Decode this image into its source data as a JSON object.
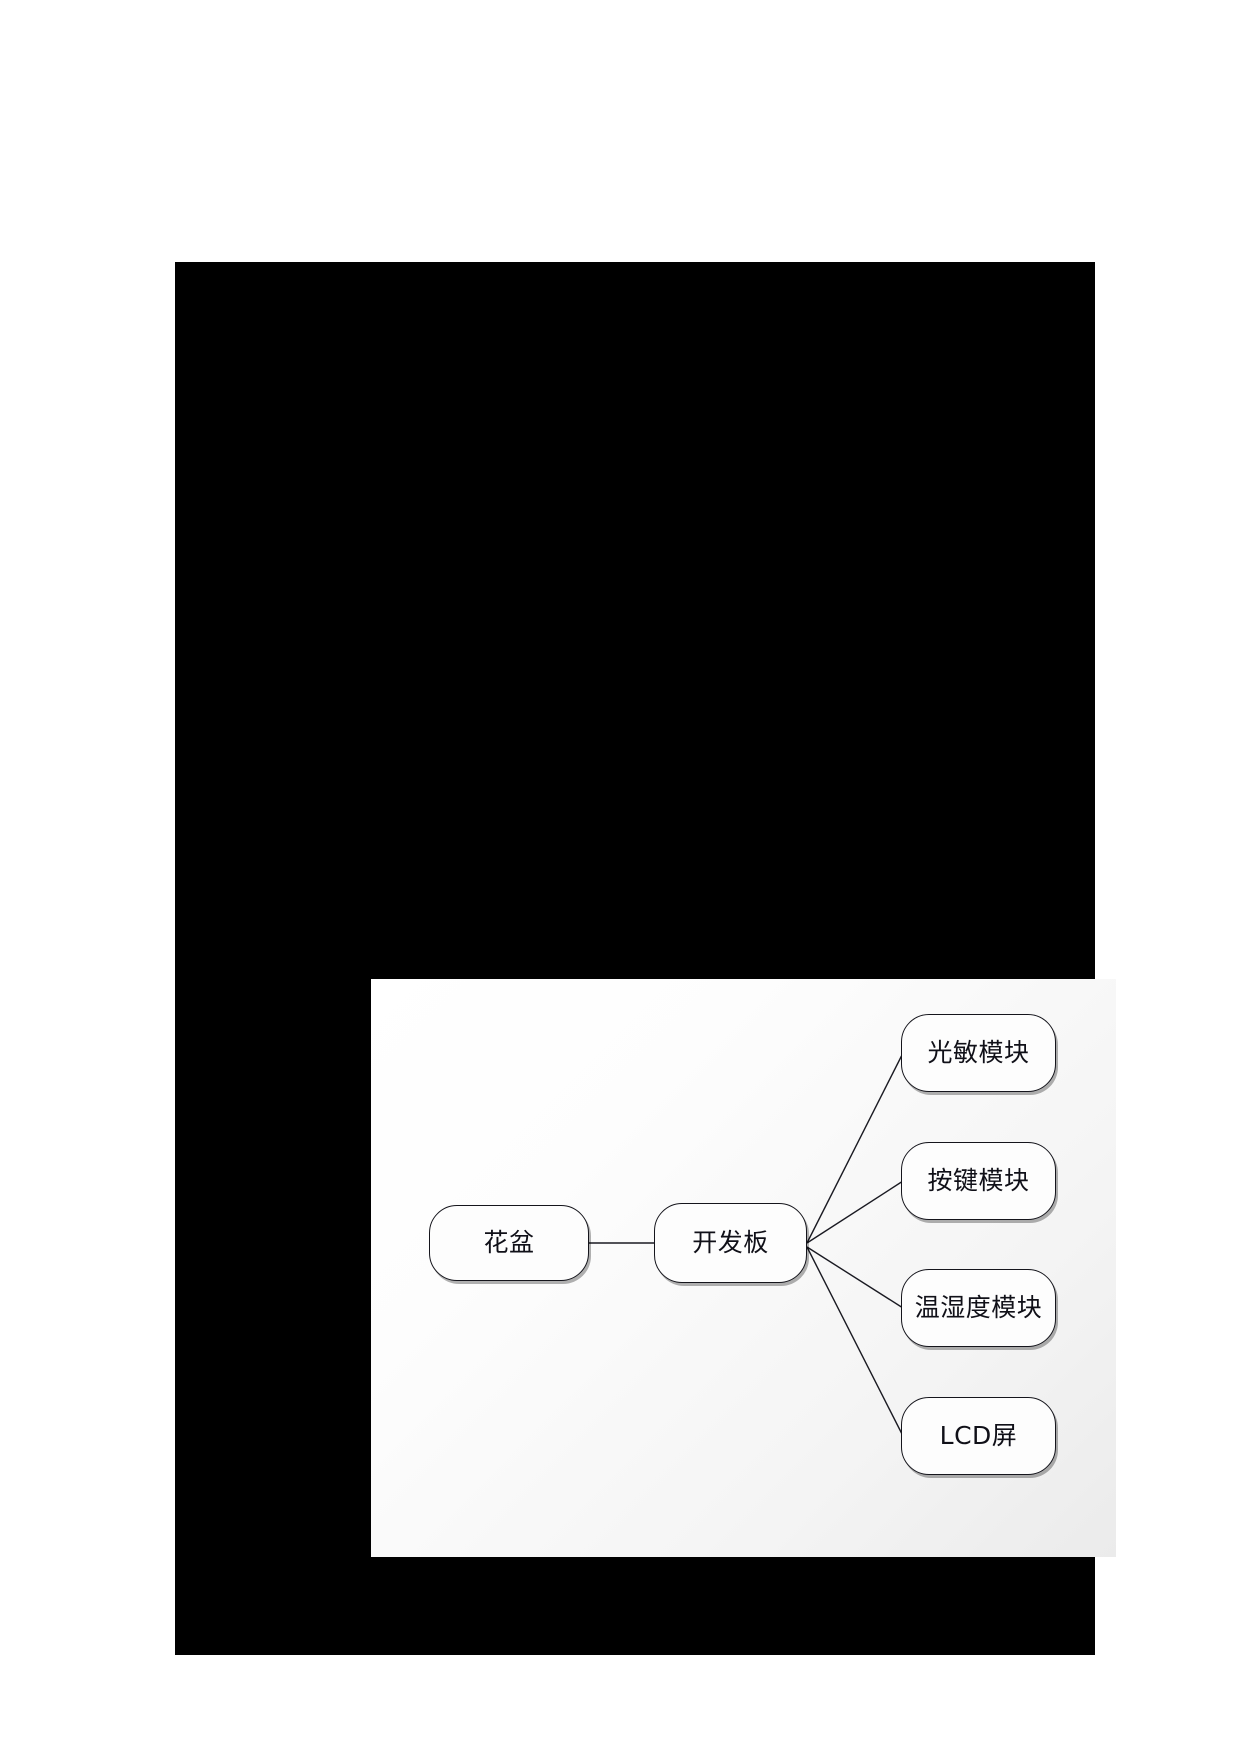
{
  "page": {
    "background_color": "#ffffff",
    "frame_color": "#000000",
    "canvas_background": "#f4f4f4"
  },
  "diagram": {
    "type": "system-block-diagram",
    "title": "",
    "nodes": [
      {
        "id": "flowerpot",
        "label": "花盆",
        "shape": "rounded-rect",
        "lines": 1
      },
      {
        "id": "devboard",
        "label": "开发板",
        "shape": "rounded-rect",
        "lines": 1
      },
      {
        "id": "light",
        "label": "光敏模块",
        "shape": "rounded-rect",
        "lines": 1
      },
      {
        "id": "button",
        "label": "按键模块",
        "shape": "rounded-rect",
        "lines": 1
      },
      {
        "id": "temphum",
        "label": "温湿度模块",
        "shape": "rounded-rect",
        "lines": 2
      },
      {
        "id": "lcd",
        "label": "LCD屏",
        "shape": "rounded-rect",
        "lines": 1
      }
    ],
    "edges": [
      {
        "from": "flowerpot",
        "to": "devboard"
      },
      {
        "from": "devboard",
        "to": "light"
      },
      {
        "from": "devboard",
        "to": "button"
      },
      {
        "from": "devboard",
        "to": "temphum"
      },
      {
        "from": "devboard",
        "to": "lcd"
      }
    ],
    "edge_color": "#1a1a22",
    "node_border_color": "#15151c",
    "node_fill_color": "#fdfdfd",
    "node_text_color": "#101018"
  }
}
